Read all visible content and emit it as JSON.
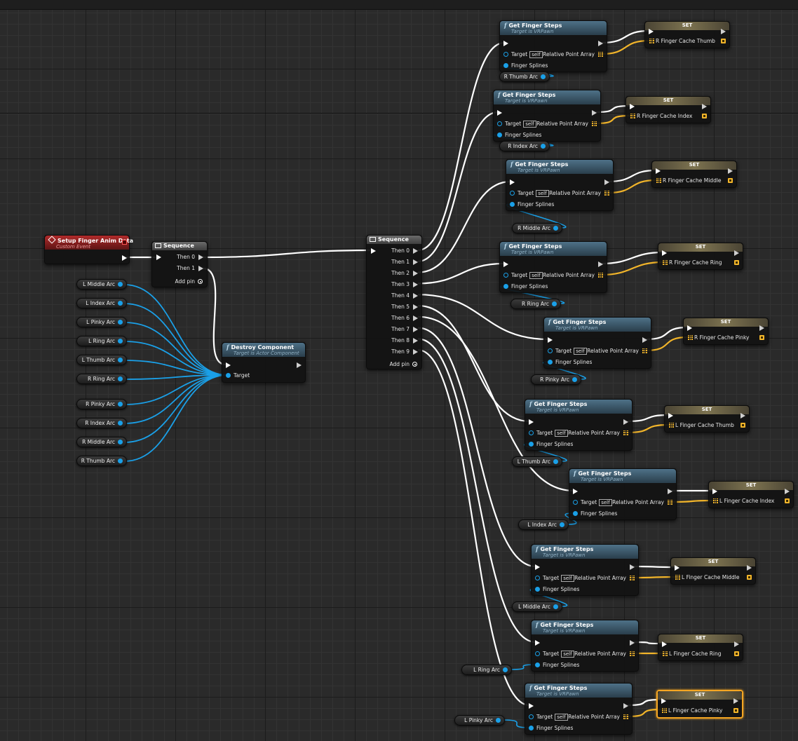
{
  "event": {
    "title": "Setup Finger Anim Data",
    "subtitle": "Custom Event"
  },
  "seq1": {
    "title": "Sequence",
    "pins": [
      "Then 0",
      "Then 1"
    ],
    "add_pin": "Add pin"
  },
  "seq2": {
    "title": "Sequence",
    "pins": [
      "Then 0",
      "Then 1",
      "Then 2",
      "Then 3",
      "Then 4",
      "Then 5",
      "Then 6",
      "Then 7",
      "Then 8",
      "Then 9"
    ],
    "add_pin": "Add pin"
  },
  "destroy": {
    "title": "Destroy Component",
    "subtitle": "Target is Actor Component",
    "target": "Target"
  },
  "left_vars": [
    "L Middle Arc",
    "L Index Arc",
    "L Pinky Arc",
    "L Ring Arc",
    "L Thumb Arc",
    "R Ring Arc",
    "R Pinky Arc",
    "R Index Arc",
    "R Middle Arc",
    "R Thumb Arc"
  ],
  "gfs": {
    "title": "Get Finger Steps",
    "subtitle": "Target is VRPawn",
    "target": "Target",
    "self": "self",
    "output": "Relative Point Array",
    "splines": "Finger Splines"
  },
  "set": {
    "title": "SET"
  },
  "rows": [
    {
      "arc": "R Thumb Arc",
      "cache": "R Finger Cache Thumb"
    },
    {
      "arc": "R Index Arc",
      "cache": "R Finger Cache Index"
    },
    {
      "arc": "R Middle Arc",
      "cache": "R Finger Cache Middle"
    },
    {
      "arc": "R Ring Arc",
      "cache": "R Finger Cache Ring"
    },
    {
      "arc": "R Pinky Arc",
      "cache": "R Finger Cache Pinky"
    },
    {
      "arc": "L Thumb Arc",
      "cache": "L Finger Cache Thumb"
    },
    {
      "arc": "L Index Arc",
      "cache": "L Finger Cache Index"
    },
    {
      "arc": "L Middle Arc",
      "cache": "L Finger Cache Middle"
    },
    {
      "arc": "L Ring Arc",
      "cache": "L Finger Cache Ring"
    },
    {
      "arc": "L Pinky Arc",
      "cache": "L Finger Cache Pinky"
    }
  ],
  "colors": {
    "exec_wire": "#ffffff",
    "object_wire": "#1aa0e8",
    "array_wire": "#f2b52a",
    "selected_outline": "#f5a623"
  }
}
